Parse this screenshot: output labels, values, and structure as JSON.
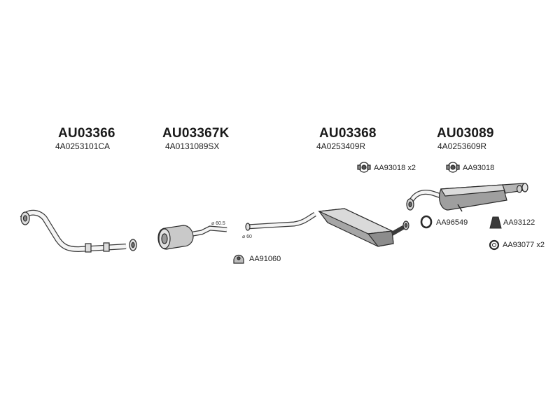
{
  "parts": [
    {
      "number": "AU03366",
      "code": "4A0253101CA"
    },
    {
      "number": "AU03367K",
      "code": "4A0131089SX"
    },
    {
      "number": "AU03368",
      "code": "4A0253409R"
    },
    {
      "number": "AU03089",
      "code": "4A0253609R"
    }
  ],
  "accessories": {
    "clamp_a": "AA93018 x2",
    "clamp_b": "AA93018",
    "ring": "AA96549",
    "mount": "AA93122",
    "gasket": "AA93077  x2",
    "bracket": "AA91060"
  },
  "dimensions": {
    "cat_outlet": "⌀ 60.5",
    "pipe_inlet": "⌀ 60"
  }
}
